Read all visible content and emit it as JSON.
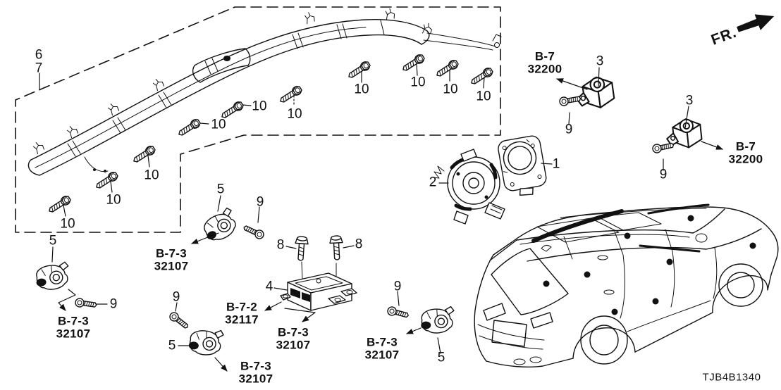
{
  "diagram": {
    "code": "TJB4B1340",
    "fr_label": "FR."
  },
  "callouts": {
    "n1": "1",
    "n2": "2",
    "n3": "3",
    "n4": "4",
    "n5": "5",
    "n6": "6",
    "n7": "7",
    "n8": "8",
    "n9": "9",
    "n10": "10"
  },
  "part_refs": {
    "b7_32200": {
      "line1": "B-7",
      "line2": "32200"
    },
    "b72_32117": {
      "line1": "B-7-2",
      "line2": "32117"
    },
    "b73_32107": {
      "line1": "B-7-3",
      "line2": "32107"
    }
  },
  "colors": {
    "line": "#111111",
    "background": "#ffffff"
  }
}
